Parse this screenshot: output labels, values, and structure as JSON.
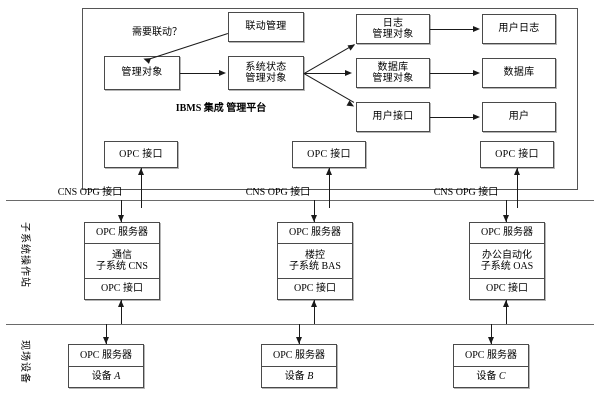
{
  "diagram": {
    "platform": {
      "frame_label_line1": "IBMS 集成",
      "frame_label_line2": "管理平台",
      "condition_label": "需要联动？",
      "nodes": {
        "linkage_mgmt": "联动管理",
        "managed_object": "管理对象",
        "sys_state_line1": "系统状态",
        "sys_state_line2": "管理对象",
        "log_obj_line1": "日志",
        "log_obj_line2": "管理对象",
        "db_obj_line1": "数据库",
        "db_obj_line2": "管理对象",
        "user_interface": "用户接口",
        "user_log": "用户日志",
        "database": "数据库",
        "user": "用户"
      },
      "opc_interface": "OPC 接口"
    },
    "bus": {
      "label_left": "CNS OPG 接口",
      "label_mid": "CNS OPG 接口",
      "label_right": "CNS OPG 接口"
    },
    "layers": {
      "subsystem_station": "子系统操作站",
      "field_devices": "现场设备"
    },
    "subsystems": [
      {
        "server": "OPC 服务器",
        "name_line1": "通信",
        "name_line2": "子系统 CNS",
        "opc": "OPC 接口"
      },
      {
        "server": "OPC 服务器",
        "name_line1": "楼控",
        "name_line2": "子系统 BAS",
        "opc": "OPC 接口"
      },
      {
        "server": "OPC 服务器",
        "name_line1": "办公自动化",
        "name_line2": "子系统 OAS",
        "opc": "OPC 接口"
      }
    ],
    "devices": [
      {
        "server": "OPC 服务器",
        "name_prefix": "设备 ",
        "name_id": "A"
      },
      {
        "server": "OPC 服务器",
        "name_prefix": "设备 ",
        "name_id": "B"
      },
      {
        "server": "OPC 服务器",
        "name_prefix": "设备 ",
        "name_id": "C"
      }
    ],
    "colors": {
      "line": "#1a1a1a",
      "box_border": "#4a4a4a",
      "bus_line": "#6a6a6a",
      "background": "#ffffff"
    }
  }
}
